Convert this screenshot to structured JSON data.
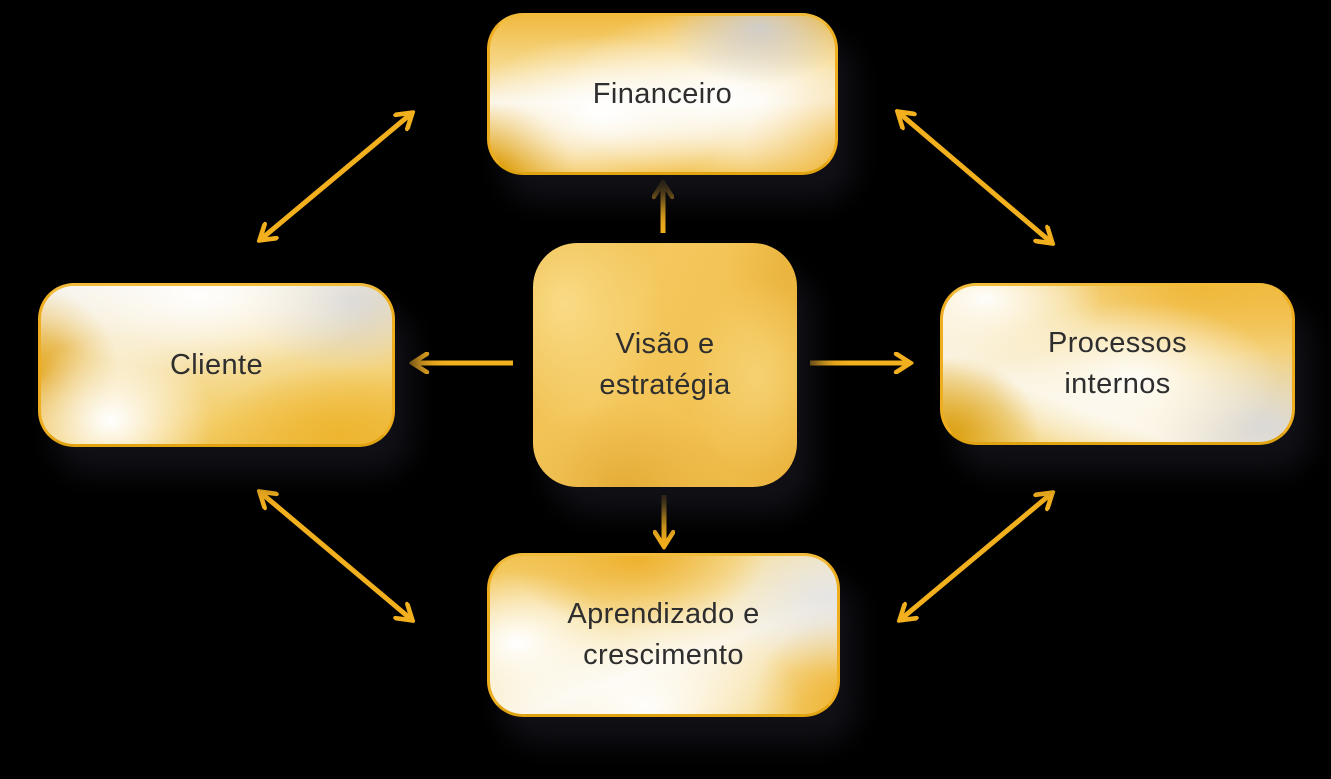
{
  "diagram": {
    "type": "balanced-scorecard",
    "nodes": {
      "center": {
        "label": "Visão e estratégia"
      },
      "top": {
        "label": "Financeiro"
      },
      "left": {
        "label": "Cliente"
      },
      "right": {
        "label": "Processos internos"
      },
      "bottom": {
        "label": "Aprendizado e crescimento"
      }
    },
    "connections": [
      {
        "from": "center",
        "to": "top",
        "bidirectional": false
      },
      {
        "from": "center",
        "to": "bottom",
        "bidirectional": false
      },
      {
        "from": "center",
        "to": "left",
        "bidirectional": false
      },
      {
        "from": "center",
        "to": "right",
        "bidirectional": false
      },
      {
        "from": "top",
        "to": "left",
        "bidirectional": true
      },
      {
        "from": "top",
        "to": "right",
        "bidirectional": true
      },
      {
        "from": "bottom",
        "to": "left",
        "bidirectional": true
      },
      {
        "from": "bottom",
        "to": "right",
        "bidirectional": true
      }
    ]
  },
  "colors": {
    "background": "#000000",
    "arrow": "#F2AF1E",
    "box_border": "#EEAE20",
    "box_gold": "#F2C252",
    "box_highlight": "#FFFFFF",
    "text": "#2E2E2E"
  }
}
